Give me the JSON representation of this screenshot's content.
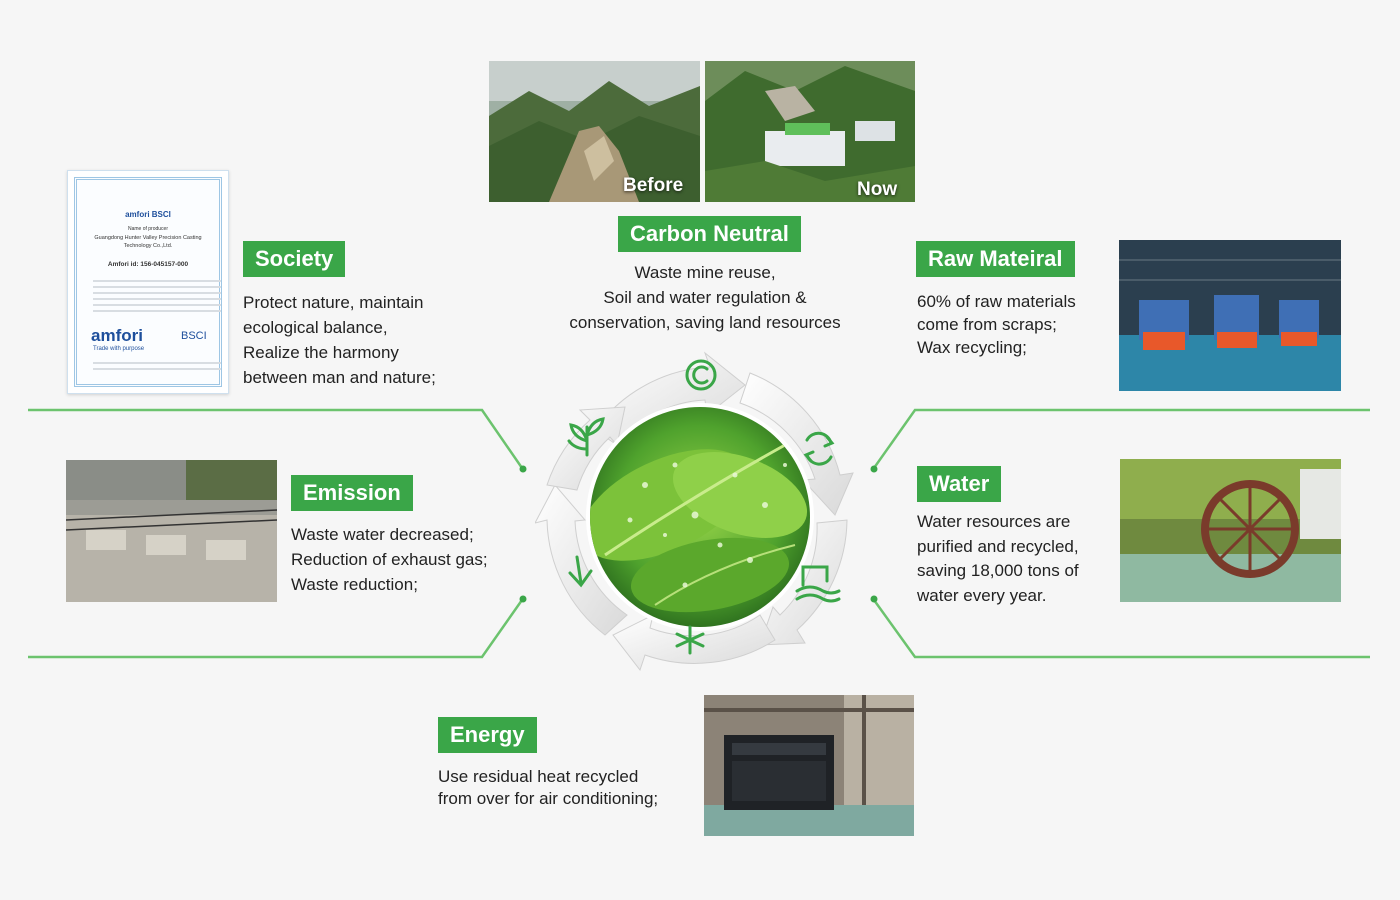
{
  "center": {
    "label": "Carbon Neutral",
    "lines": [
      "Waste mine reuse,",
      "Soil and water regulation &",
      "conservation, saving land resources"
    ],
    "photos": {
      "before_caption": "Before",
      "now_caption": "Now"
    }
  },
  "society": {
    "label": "Society",
    "lines": [
      "Protect nature, maintain",
      "ecological balance,",
      "Realize the harmony",
      "between man and nature;"
    ]
  },
  "raw_material": {
    "label": "Raw Mateiral",
    "lines": [
      "60% of raw materials",
      "come from scraps;",
      "Wax recycling;"
    ]
  },
  "emission": {
    "label": "Emission",
    "lines": [
      "Waste water decreased;",
      "Reduction of exhaust gas;",
      "Waste reduction;"
    ]
  },
  "water": {
    "label": "Water",
    "lines": [
      "Water resources are",
      "purified and recycled,",
      "saving 18,000 tons of",
      "water every year."
    ]
  },
  "energy": {
    "label": "Energy",
    "lines": [
      "Use residual heat recycled",
      "from over for air conditioning;"
    ]
  },
  "certificate": {
    "header_logo": "amfori BSCI",
    "name_label": "Name of producer",
    "company_line1": "Guangdong Hunter Valley Precision Casting",
    "company_line2": "Technology Co.,Ltd.",
    "id_line": "Amfori id: 156-045157-000",
    "brand": "amfori",
    "brand_suffix": "BSCI",
    "tagline": "Trade with purpose"
  },
  "colors": {
    "accent": "#3aa648",
    "connector": "#6cc36e",
    "background": "#f6f6f6"
  },
  "ring_icons": [
    "copyright-c-icon",
    "recycle-arrows-icon",
    "water-tap-icon",
    "snowflake-icon",
    "down-arrow-icon",
    "plant-sprout-icon"
  ]
}
